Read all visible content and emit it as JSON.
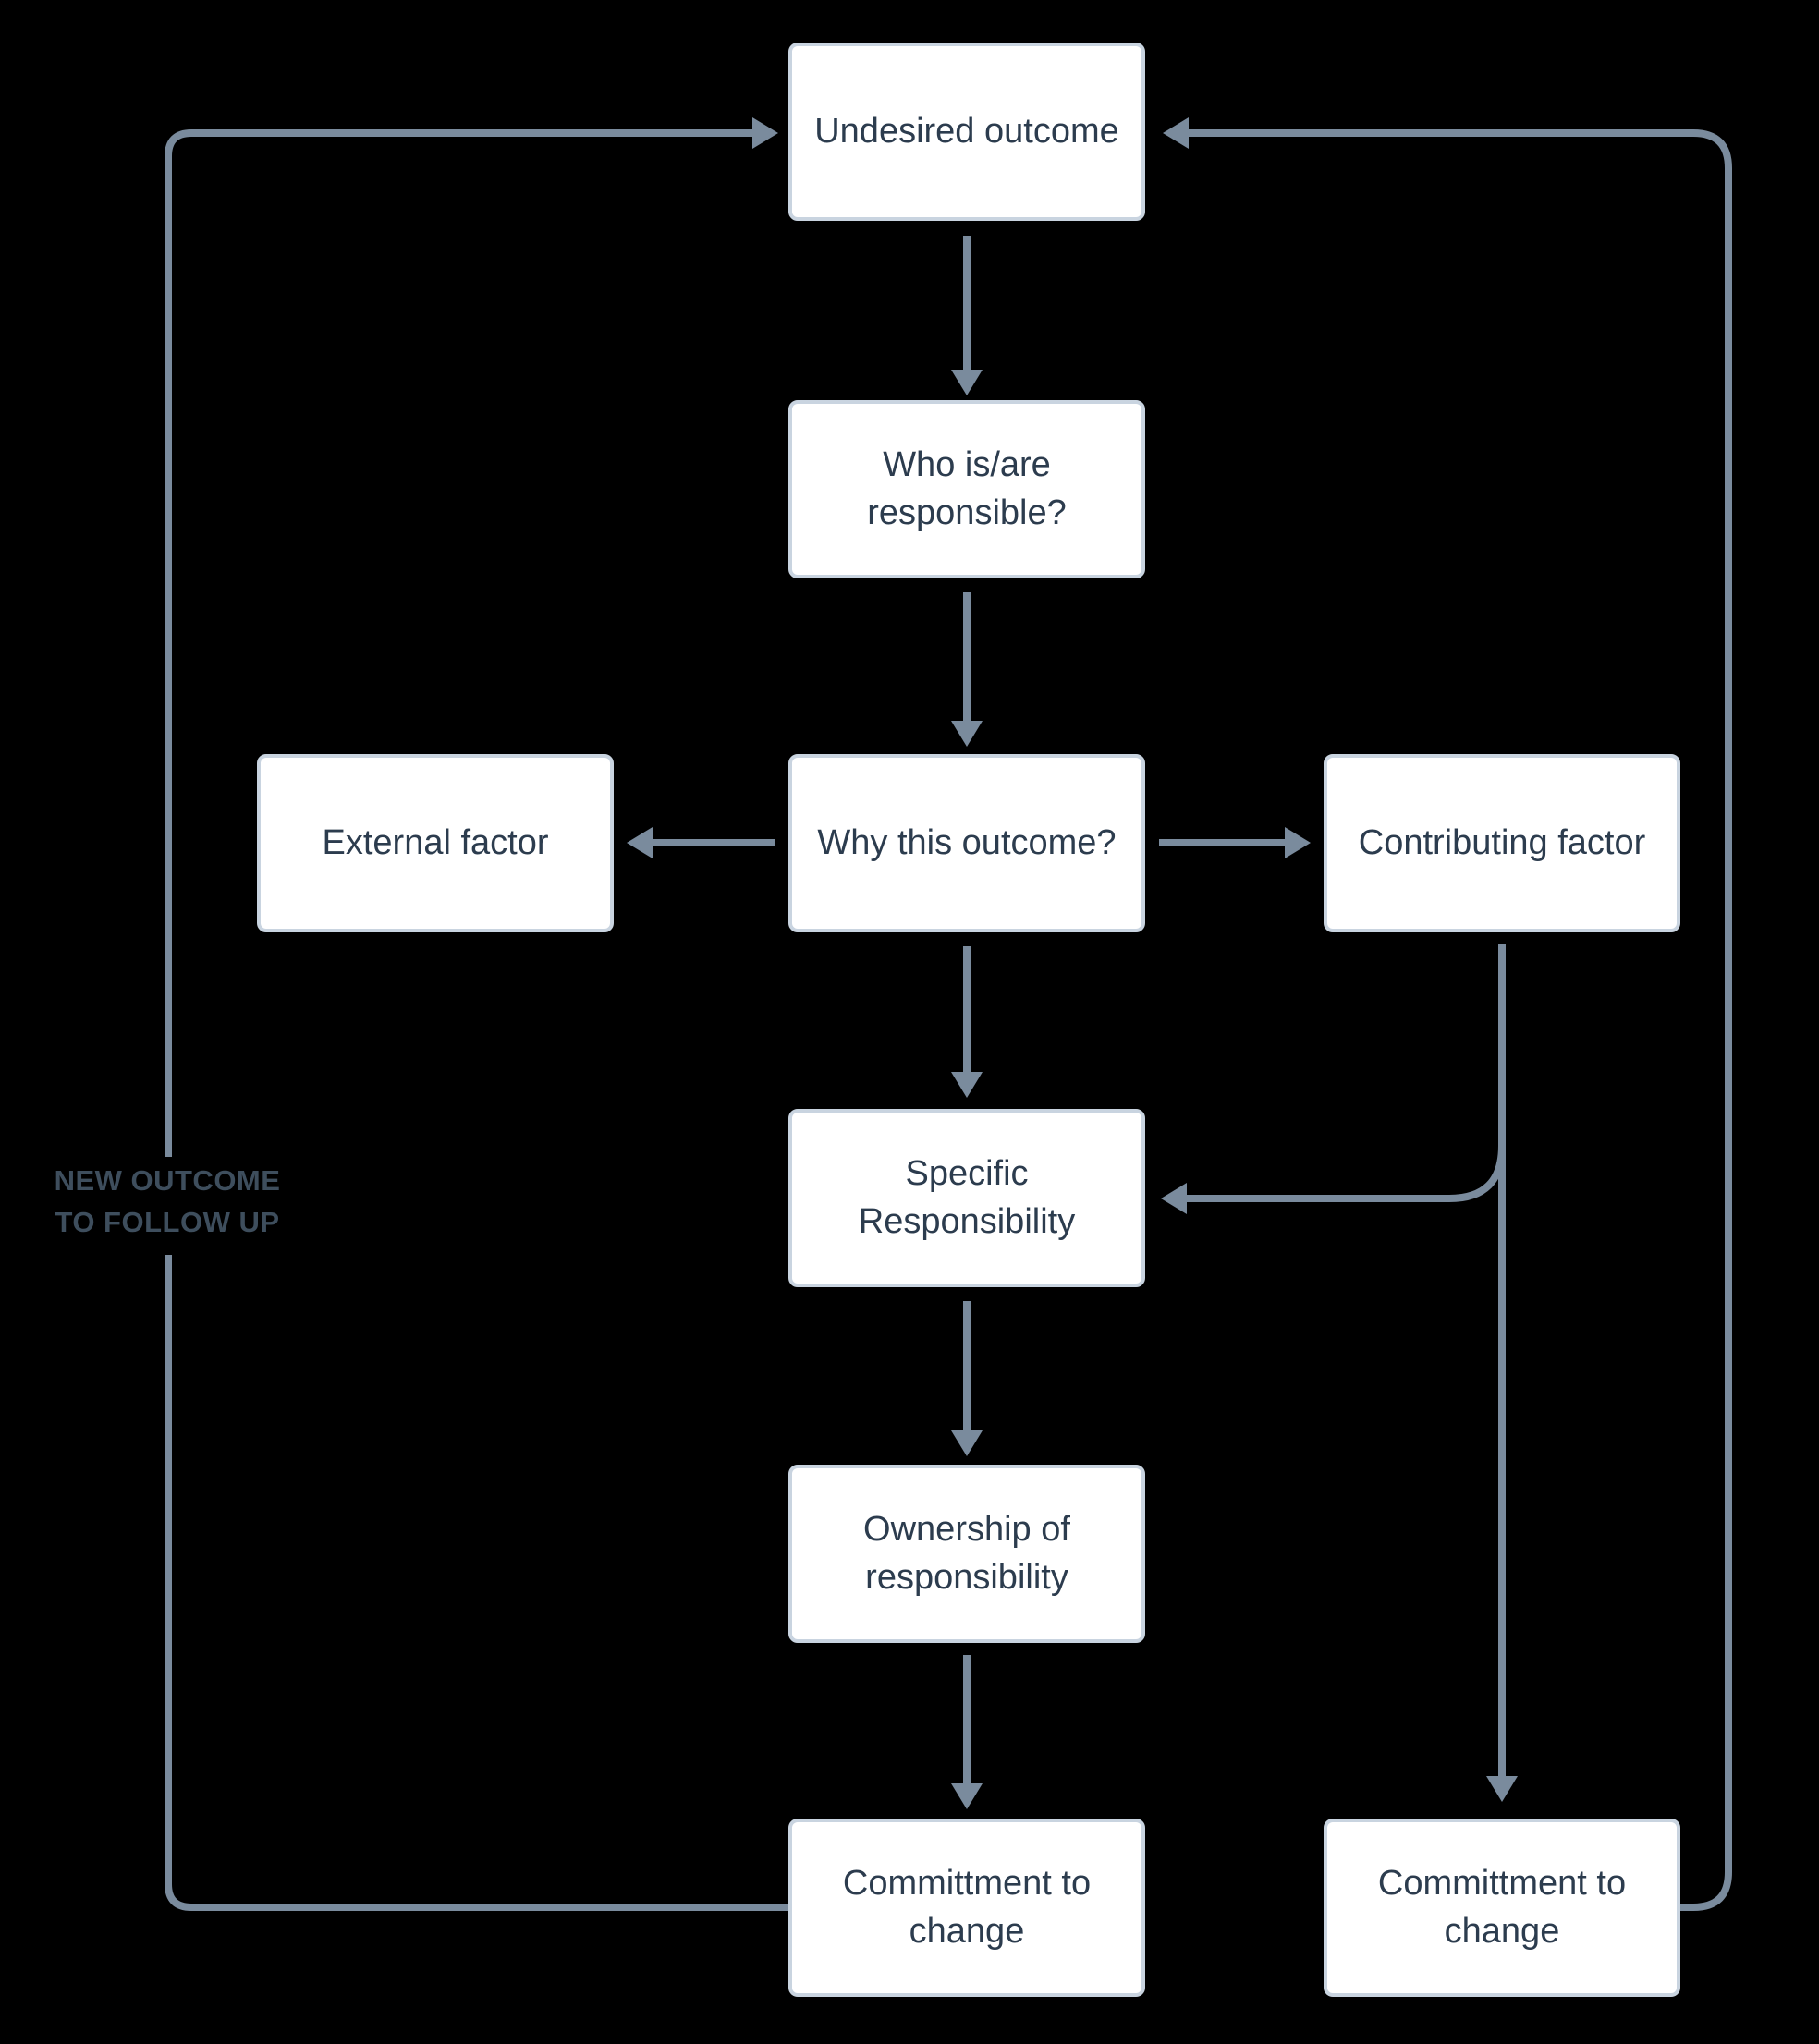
{
  "diagram": {
    "background_color": "#000000",
    "colors": {
      "connector_line": "#7a8b9d",
      "box_border": "#c9d4e0",
      "box_fill": "#ffffff",
      "box_text": "#2c3c4e",
      "loop_label_text": "#3e4e5d"
    },
    "nodes": {
      "undesired_outcome": {
        "label": "Undesired outcome"
      },
      "who_responsible": {
        "label": "Who is/are responsible?"
      },
      "why_outcome": {
        "label": "Why this outcome?"
      },
      "external_factor": {
        "label": "External factor"
      },
      "contributing_factor": {
        "label": "Contributing factor"
      },
      "specific_responsibility": {
        "label": "Specific Responsibility"
      },
      "ownership_responsibility": {
        "label": "Ownership of responsibility"
      },
      "commitment_center": {
        "label": "Committment to change"
      },
      "commitment_right": {
        "label": "Committment to change"
      }
    },
    "loop_label": {
      "line1": "NEW OUTCOME",
      "line2": "TO FOLLOW UP"
    }
  }
}
